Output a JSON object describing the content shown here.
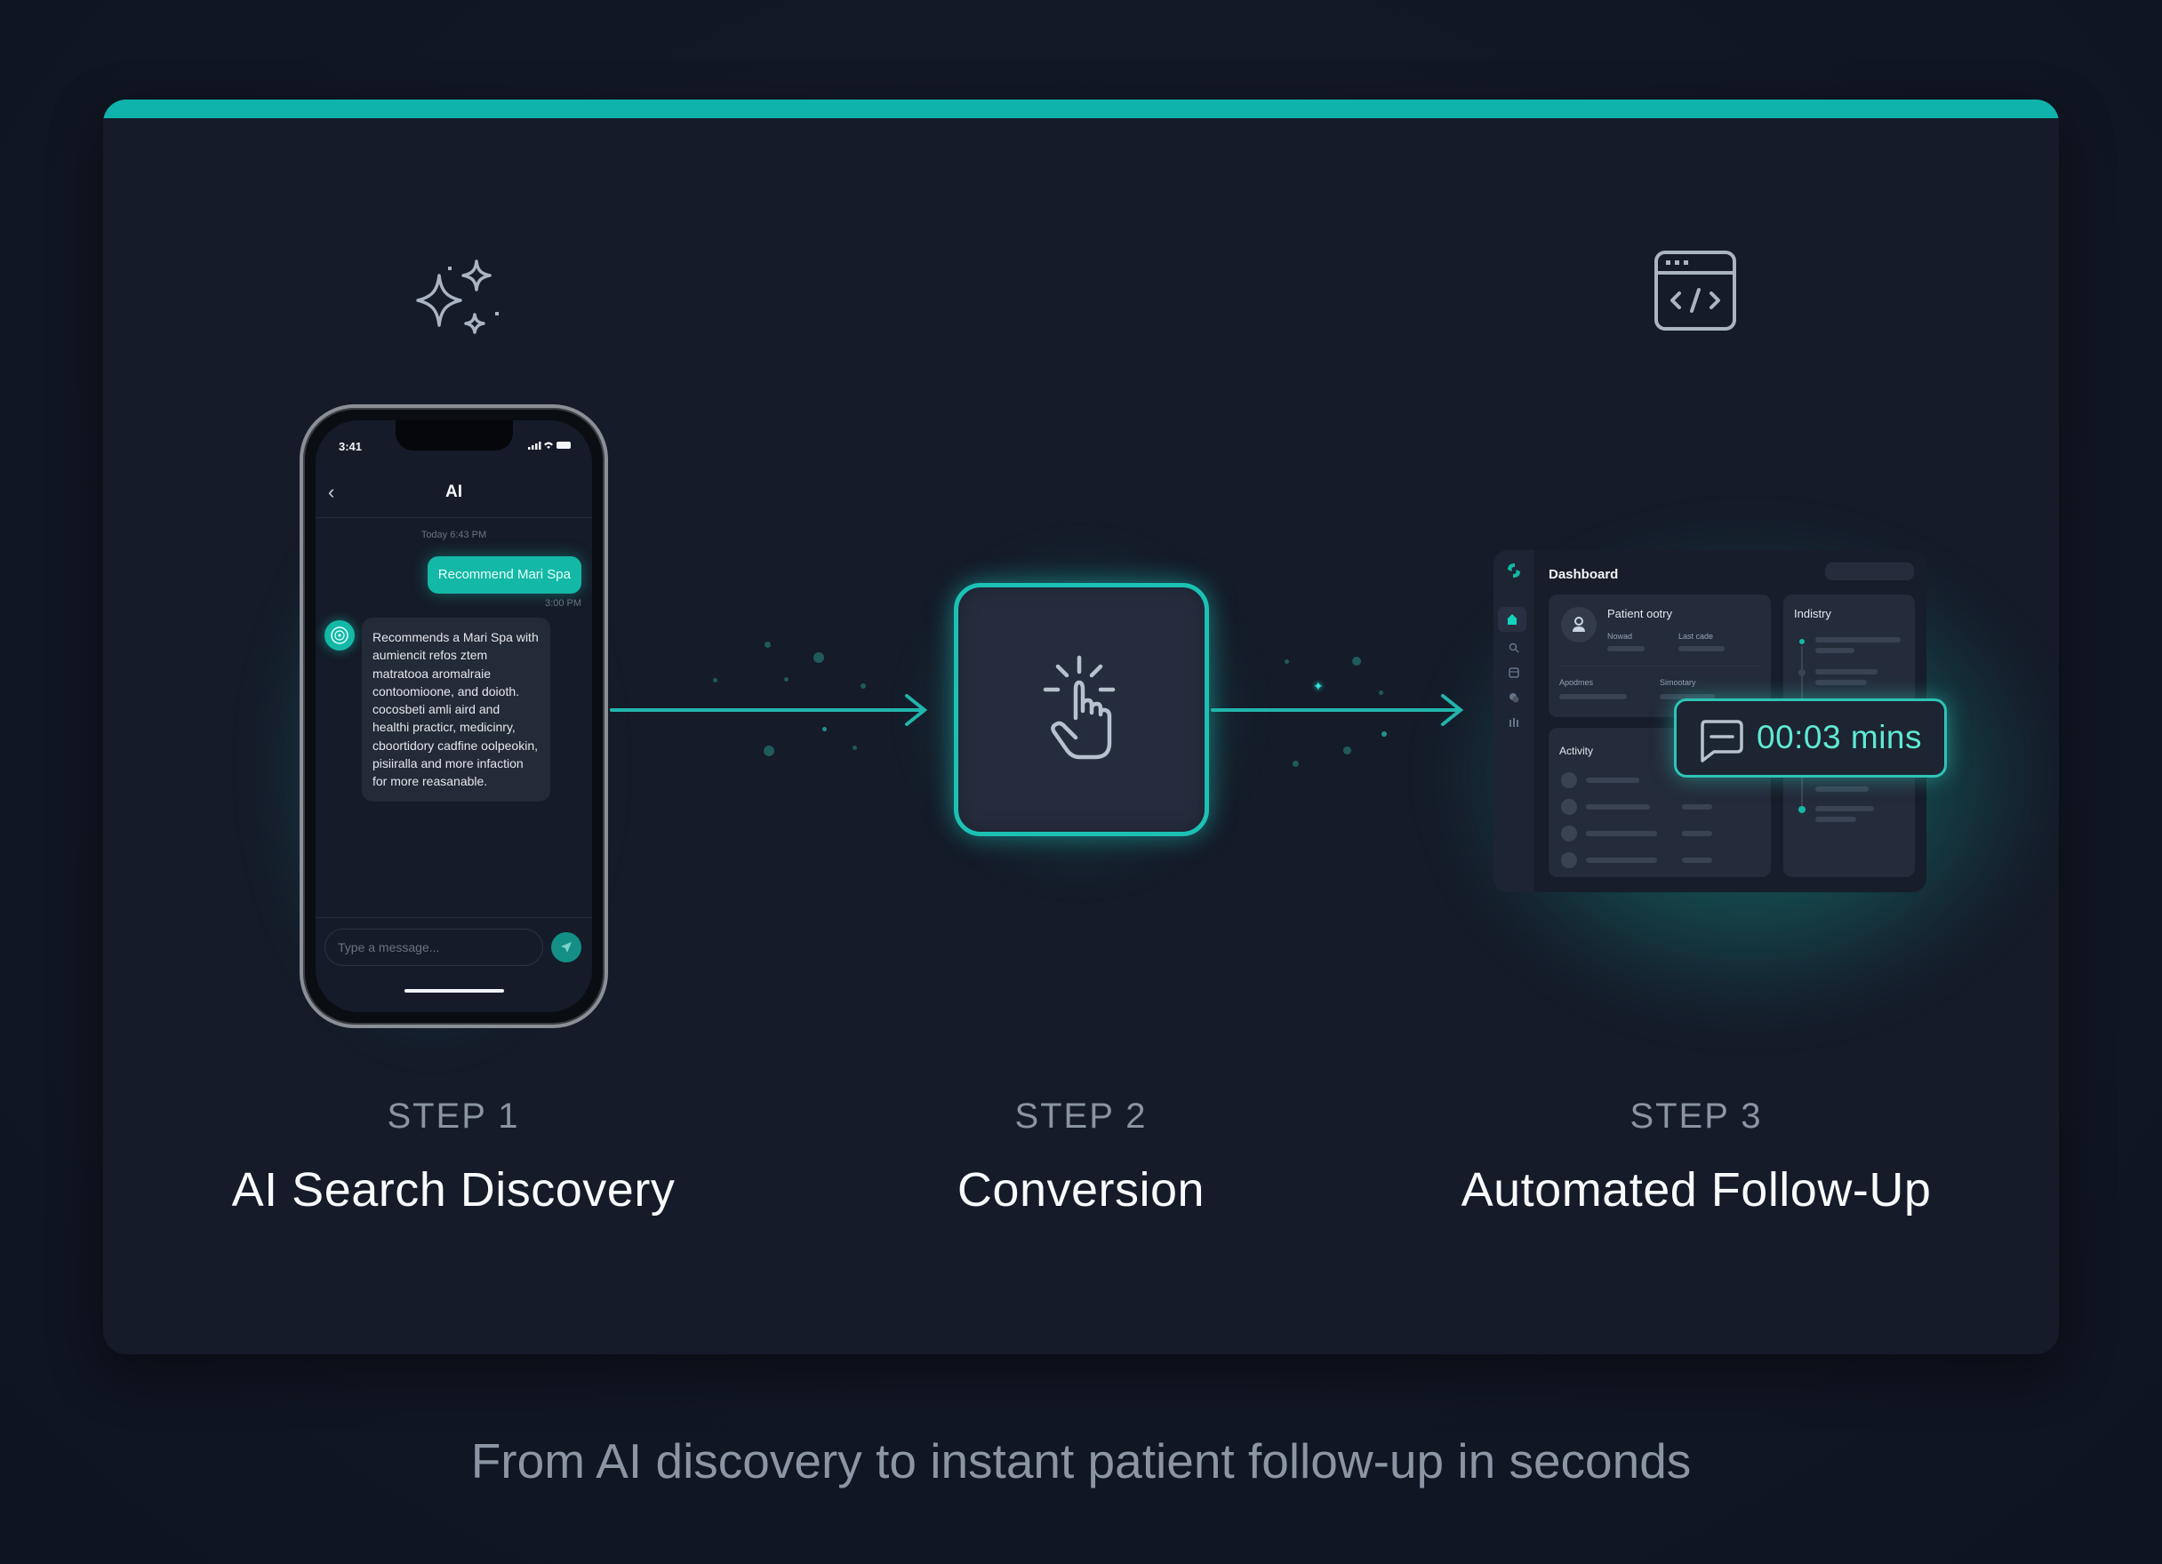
{
  "colors": {
    "accent": "#14b8a6",
    "accent_bright": "#2ec4b6",
    "background": "#111827",
    "card": "#151b29",
    "muted_text": "#8a94a3"
  },
  "icons": {
    "step1": "sparkles-icon",
    "step2": "pointer-click-icon",
    "step3": "code-window-icon",
    "badge": "chat-bubble-icon"
  },
  "phone": {
    "status_time": "3:41",
    "status_icons": "signal wifi battery",
    "chat_title": "AI",
    "back_glyph": "‹",
    "date_label": "Today 6:43 PM",
    "outgoing_message": "Recommend Mari Spa",
    "outgoing_time": "3:00 PM",
    "incoming_message": "Recommends a Mari Spa with aumiencit refos ztem matratooa aromalraie contoomioone, and doioth. cocosbeti amli aird and healthi practicr, medicinry, cboortidory cadfine oolpeokin, pisiiralla and more infaction for more reasanable.",
    "composer_placeholder": "Type a message..."
  },
  "dashboard": {
    "title": "Dashboard",
    "patient_panel": {
      "title": "Patient ootry",
      "field1": "Nowad",
      "field2": "Last cade",
      "field3": "Apodmes",
      "field4": "Simootary"
    },
    "industry_panel": {
      "title": "Indistry"
    },
    "activity_panel": {
      "title": "Activity"
    },
    "badge": {
      "value": "00:03 mins"
    }
  },
  "steps": [
    {
      "label": "STEP 1",
      "title": "AI Search Discovery"
    },
    {
      "label": "STEP 2",
      "title": "Conversion"
    },
    {
      "label": "STEP 3",
      "title": "Automated Follow-Up"
    }
  ],
  "footer": {
    "tagline": "From AI discovery to instant patient follow-up in seconds"
  }
}
